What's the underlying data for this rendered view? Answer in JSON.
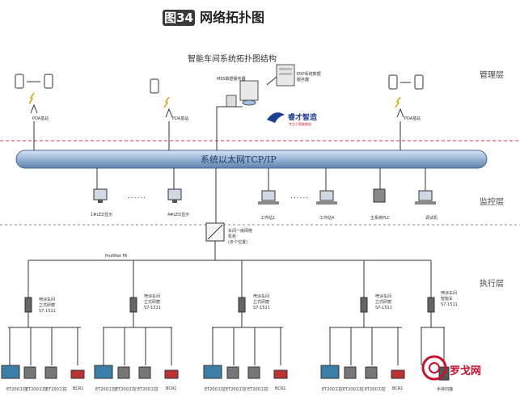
{
  "figure": {
    "badge": "图34",
    "title": "网络拓扑图"
  },
  "diagram_title": "智能车间系统拓扑图结构",
  "layers": {
    "management": "管理层",
    "monitoring": "监控层",
    "execution": "执行层"
  },
  "bus_label": "系统以太网TCP/IP",
  "profinet_label": "ProfiNet FA",
  "logo": {
    "name": "睿才智造",
    "slogan": "专注于智能制造"
  },
  "management_nodes": {
    "pda_left": "PDA基站",
    "pda_mid": "PDA基站",
    "pda_right": "PDA基站",
    "mes_server": "MES数据服务器",
    "erp_server": "ERP系统数据服务器"
  },
  "monitoring_nodes": {
    "screen1": "1#LED显示",
    "screen2": "4#LED显示",
    "ws1": "工作站1",
    "ws4": "工作站4",
    "master_plc": "主系统PLC",
    "debug_pc": "调试机"
  },
  "switch": {
    "label": "车间一级网络\n机柜\n(多个位置)"
  },
  "execution_groups": [
    {
      "title": "喷涂车间\n立式研磨\nS7-1511",
      "items": [
        "ET200工控",
        "ET200工控",
        "ET200工控",
        "BCR1"
      ]
    },
    {
      "title": "喷涂车间\n立式研磨\nS7-1511",
      "items": [
        "ET200工控",
        "ET200工控",
        "ET200工控",
        "BCR1"
      ]
    },
    {
      "title": "喷涂车间\n立式研磨\nS7-1511",
      "items": [
        "ET200工控",
        "ET200工控",
        "ET200工控",
        "BCR1"
      ]
    },
    {
      "title": "喷涂车间\n立式研磨\nS7-1511",
      "items": [
        "ET200工控",
        "ET200工控",
        "ET200工控",
        "BCR1"
      ]
    },
    {
      "title": "喷涂车间\n智能车\nS7-1511",
      "items": [
        "手持扫描"
      ]
    }
  ],
  "watermark": "罗戈网"
}
